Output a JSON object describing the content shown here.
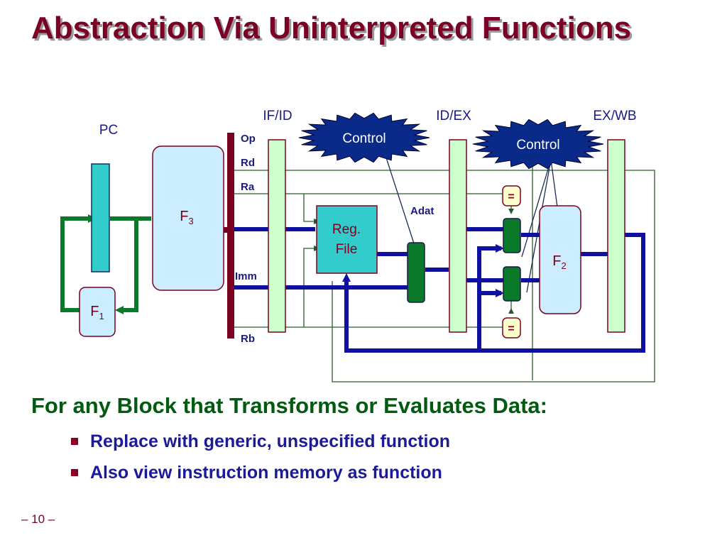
{
  "slide": {
    "title": "Abstraction Via Uninterpreted Functions",
    "heading": "For any Block that Transforms or Evaluates Data:",
    "bullets": [
      "Replace with generic, unspecified function",
      "Also view instruction memory as function"
    ],
    "page_number": "– 10 –"
  },
  "diagram": {
    "labels": {
      "pc": "PC",
      "if_id": "IF/ID",
      "id_ex": "ID/EX",
      "ex_wb": "EX/WB",
      "control": "Control",
      "op": "Op",
      "rd": "Rd",
      "ra": "Ra",
      "imm": "Imm",
      "rb": "Rb",
      "adat": "Adat",
      "reg_file_line1": "Reg.",
      "reg_file_line2": "File",
      "f1": "F",
      "f1_sub": "1",
      "f2": "F",
      "f2_sub": "2",
      "f3": "F",
      "f3_sub": "3",
      "eq": "="
    },
    "colors": {
      "title": "#7a0026",
      "heading": "#005a10",
      "bullet_text": "#1a1a9a",
      "pipeline_register": "#ccffcc",
      "pc_register": "#33cccc",
      "function_block": "#ccecff",
      "reg_file": "#33cccc",
      "mux": "#0a7a2a",
      "comparator": "#ffffcc",
      "control_burst": "#0a2a8a",
      "bus_blue": "#1010a0",
      "wire_green": "#0a7a2a",
      "thin_wire": "#2a5a2a",
      "field_bar": "#7a0020"
    }
  }
}
